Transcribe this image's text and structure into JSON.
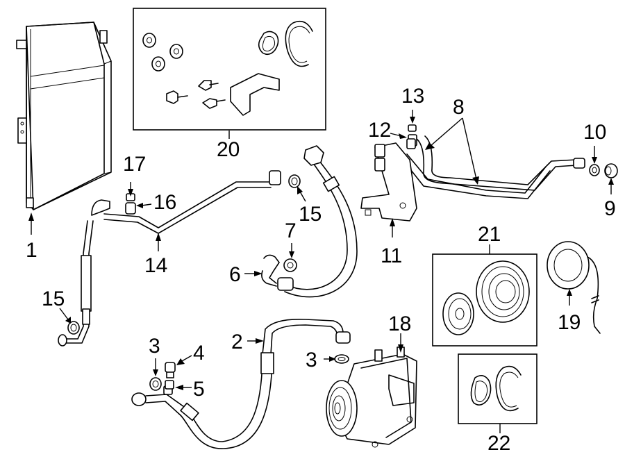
{
  "callouts": {
    "c1": "1",
    "c2": "2",
    "c3a": "3",
    "c3b": "3",
    "c4": "4",
    "c5": "5",
    "c6": "6",
    "c7": "7",
    "c8": "8",
    "c9": "9",
    "c10": "10",
    "c11": "11",
    "c12": "12",
    "c13": "13",
    "c14": "14",
    "c15a": "15",
    "c15b": "15",
    "c16": "16",
    "c17": "17",
    "c18": "18",
    "c19": "19",
    "c20": "20",
    "c21": "21",
    "c22": "22"
  },
  "colors": {
    "line": "#000000",
    "background": "#ffffff"
  }
}
